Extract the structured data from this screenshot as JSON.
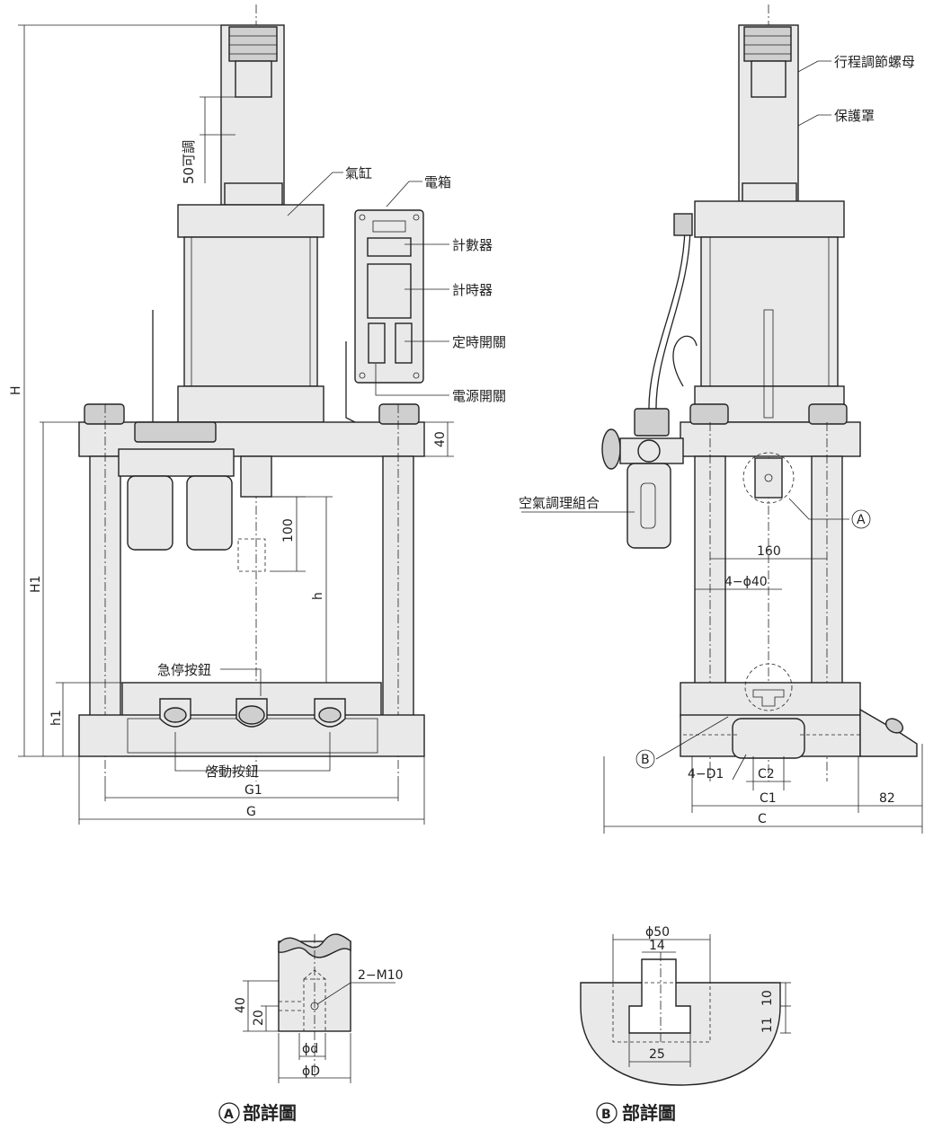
{
  "labels": {
    "stroke_nut": "行程調節螺母",
    "guard": "保護罩",
    "cylinder": "氣缸",
    "control_box": "電箱",
    "counter": "計數器",
    "timer": "計時器",
    "timer_switch": "定時開關",
    "power_switch": "電源開關",
    "air_unit": "空氣調理組合",
    "emergency_stop": "急停按鈕",
    "start_button": "啓動按鈕",
    "adjustable": "50可調"
  },
  "dimensions": {
    "H": "H",
    "H1": "H1",
    "h": "h",
    "h1": "h1",
    "d40": "40",
    "d100": "100",
    "G": "G",
    "G1": "G1",
    "C": "C",
    "C1": "C1",
    "C2": "C2",
    "d82": "82",
    "d160": "160",
    "holes": "4−ϕ40",
    "d_holes": "4−D1",
    "circle_a": "A",
    "circle_b": "B"
  },
  "detail_a": {
    "title": "部詳圖",
    "marker": "A",
    "thread": "2−M10",
    "d40": "40",
    "d20": "20",
    "phi_d": "ϕd",
    "phi_D": "ϕD"
  },
  "detail_b": {
    "title": "部詳圖",
    "marker": "B",
    "d50": "ϕ50",
    "d14": "14",
    "d25": "25",
    "d11": "11",
    "d10": "10"
  }
}
